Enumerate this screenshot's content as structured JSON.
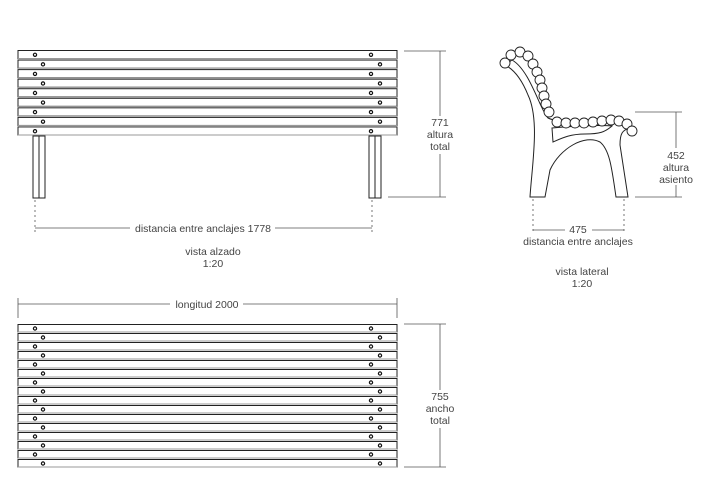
{
  "front_view": {
    "height_value": "771",
    "height_label_1": "altura",
    "height_label_2": "total",
    "anchor_distance": "distancia entre anclajes  1778",
    "title": "vista alzado",
    "scale": "1:20"
  },
  "side_view": {
    "seat_height_value": "452",
    "seat_height_label_1": "altura",
    "seat_height_label_2": "asiento",
    "anchor_distance_value": "475",
    "anchor_distance_label": "distancia entre anclajes",
    "title": "vista lateral",
    "scale": "1:20"
  },
  "top_view": {
    "length_label": "longitud  2000",
    "width_value": "755",
    "width_label_1": "ancho",
    "width_label_2": "total"
  }
}
